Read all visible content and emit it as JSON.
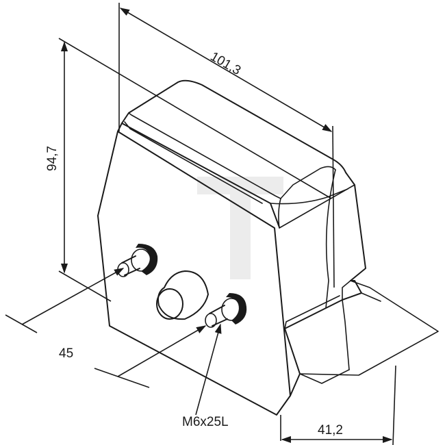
{
  "dimensions": {
    "width": "101,3",
    "height": "94,7",
    "mount_spacing": "45",
    "depth": "41,2"
  },
  "callouts": {
    "bolt": "M6x25L"
  }
}
